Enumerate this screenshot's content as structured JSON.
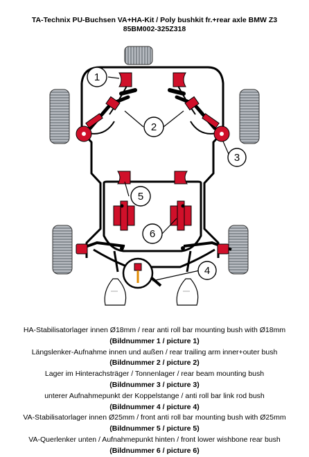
{
  "title": {
    "line1": "TA-Technix PU-Buchsen VA+HA-Kit / Poly bushkit fr.+rear axle BMW Z3",
    "line2": "85BM002-325Z318"
  },
  "callouts": [
    {
      "number": "1"
    },
    {
      "number": "2"
    },
    {
      "number": "3"
    },
    {
      "number": "4"
    },
    {
      "number": "5"
    },
    {
      "number": "6"
    }
  ],
  "legend": [
    {
      "desc": "HA-Stabilisatorlager innen Ø18mm / rear anti roll bar mounting bush with Ø18mm",
      "ref": "(Bildnummer 1 / picture 1)"
    },
    {
      "desc": "Längslenker-Aufnahme innen und außen / rear trailing arm inner+outer bush",
      "ref": "(Bildnummer 2 / picture 2)"
    },
    {
      "desc": "Lager im Hinterachsträger / Tonnenlager / rear beam mounting bush",
      "ref": "(Bildnummer 3 / picture 3)"
    },
    {
      "desc": "unterer Aufnahmepunkt der Koppelstange / anti roll bar link rod bush",
      "ref": "(Bildnummer 4 / picture 4)"
    },
    {
      "desc": "VA-Stabilisatorlager innen Ø25mm / front anti roll bar mounting bush with Ø25mm",
      "ref": "(Bildnummer 5 / picture 5)"
    },
    {
      "desc": "VA-Querlenker unten / Aufnahmepunkt hinten / front lower wishbone rear bush",
      "ref": "(Bildnummer 6 / picture 6)"
    }
  ],
  "colors": {
    "bushing": "#d0102a",
    "frame": "#000000",
    "tire": "#9aa0a8"
  }
}
